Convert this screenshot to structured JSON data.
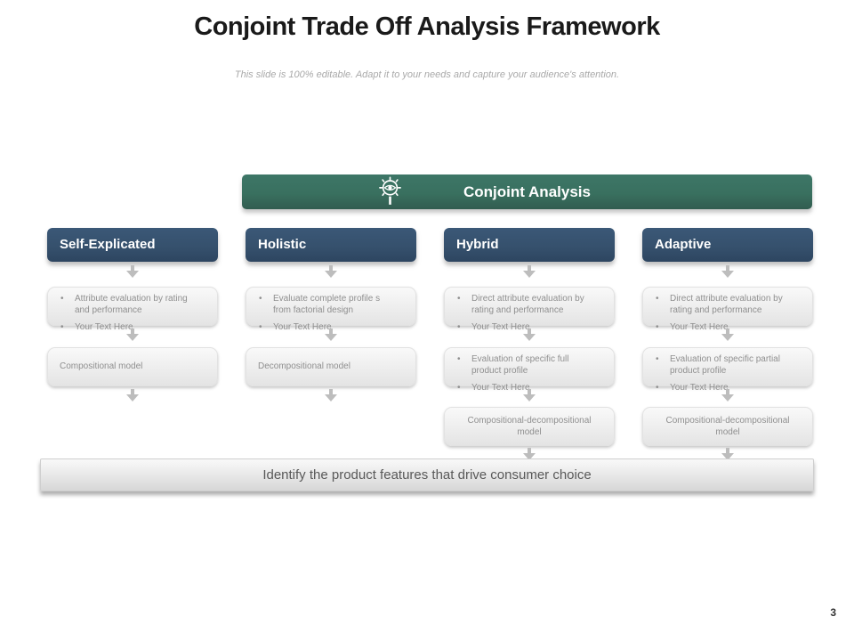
{
  "slide": {
    "title": "Conjoint Trade Off Analysis Framework",
    "subtitle": "This slide is 100% editable. Adapt it to your needs and capture your audience's attention.",
    "page_number": "3"
  },
  "banner": {
    "label": "Conjoint Analysis",
    "icon": "eye-magnifier-icon",
    "color": "#39705F"
  },
  "colors": {
    "column_header_navy": "#35506C",
    "banner_green": "#39705F",
    "box_text_gray": "#8F8F8F",
    "arrow_gray": "#BDBDBD",
    "subtitle_gray": "#A9A9A9"
  },
  "columns": [
    {
      "header": "Self-Explicated",
      "boxes": [
        {
          "bullets": [
            "Attribute evaluation by rating and performance",
            "Your Text Here"
          ]
        },
        {
          "text": "Compositional model"
        }
      ]
    },
    {
      "header": "Holistic",
      "boxes": [
        {
          "bullets": [
            "Evaluate complete profile s from factorial design",
            "Your Text Here"
          ]
        },
        {
          "text": "Decompositional model"
        }
      ]
    },
    {
      "header": "Hybrid",
      "boxes": [
        {
          "bullets": [
            "Direct attribute evaluation by rating and performance",
            "Your Text Here"
          ]
        },
        {
          "bullets": [
            "Evaluation of specific full product profile",
            "Your Text Here"
          ]
        },
        {
          "text": "Compositional-decompositional model"
        }
      ]
    },
    {
      "header": "Adaptive",
      "boxes": [
        {
          "bullets": [
            "Direct attribute evaluation by rating and performance",
            "Your Text Here"
          ]
        },
        {
          "bullets": [
            "Evaluation of specific partial product profile",
            "Your Text Here"
          ]
        },
        {
          "text": "Compositional-decompositional model"
        }
      ]
    }
  ],
  "footer_bar": {
    "label": "Identify the product features that drive consumer choice"
  }
}
